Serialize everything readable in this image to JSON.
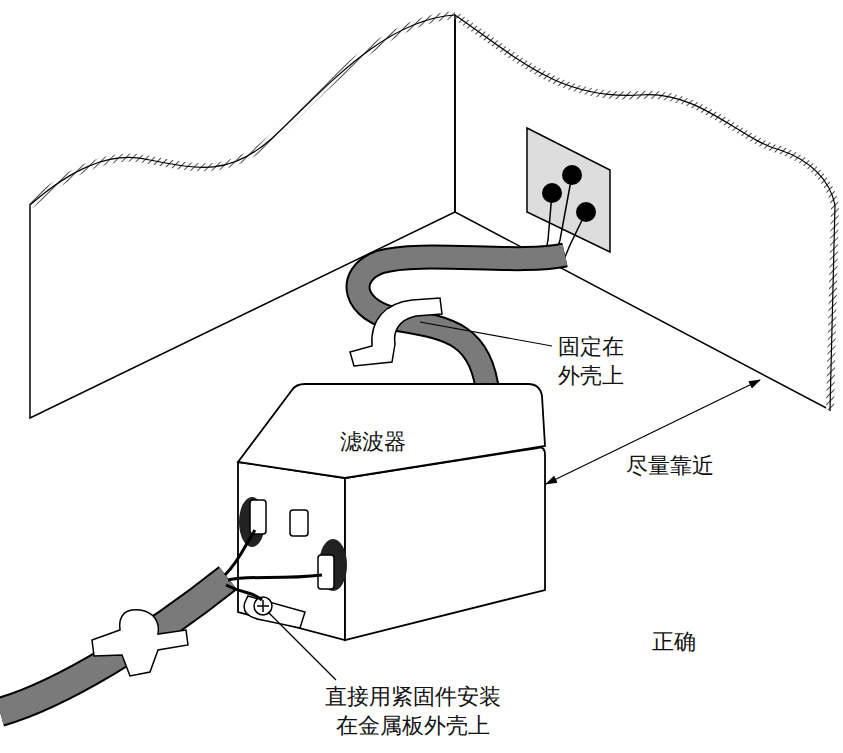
{
  "diagram": {
    "nodes": [
      {
        "text": [
          "滤波器"
        ]
      }
    ],
    "labels": [
      "固定在 外壳上",
      "尽量靠近",
      "直接用紧固件安装 在金属板外壳上",
      "正确"
    ]
  }
}
